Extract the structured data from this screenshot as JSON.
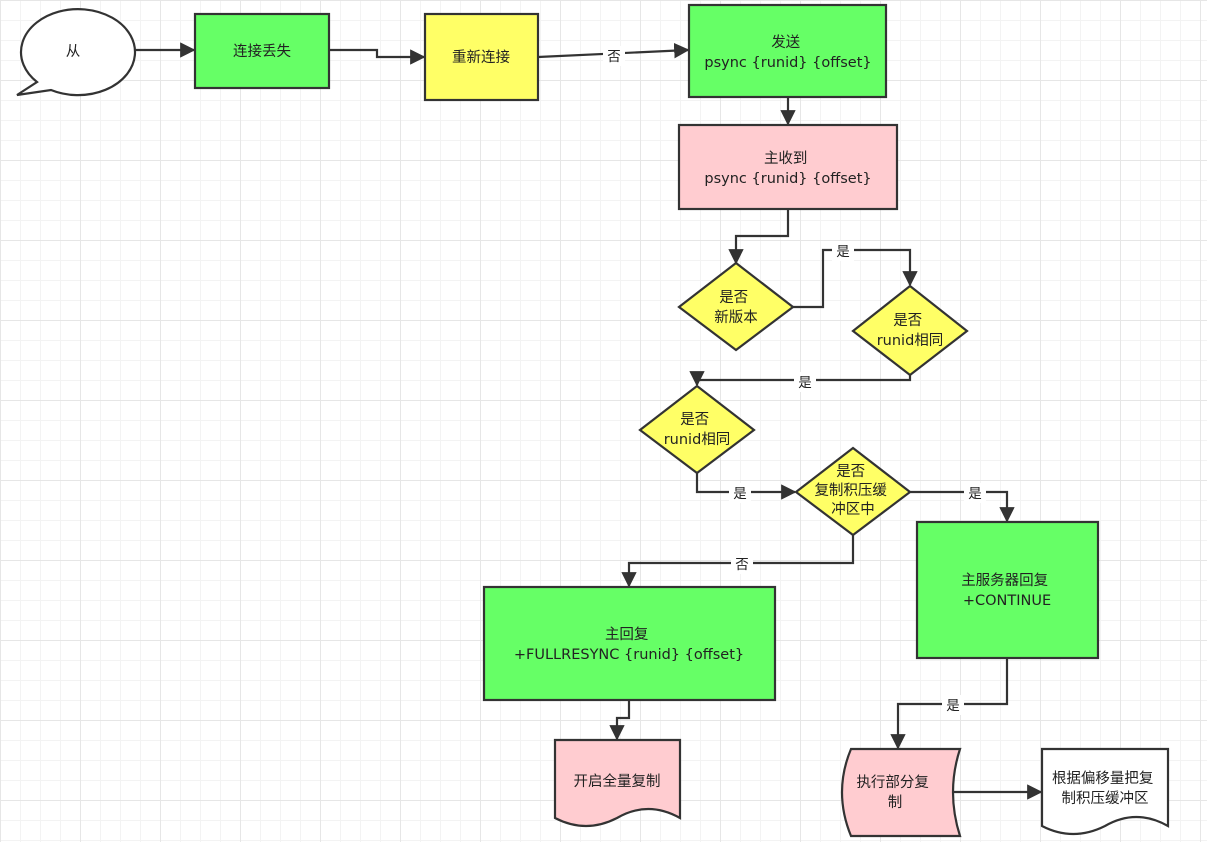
{
  "nodes": {
    "slave": {
      "lines": [
        "从"
      ],
      "fill": "#ffffff"
    },
    "disconnect": {
      "lines": [
        "连接丢失"
      ],
      "fill": "#66ff66"
    },
    "reconnect": {
      "lines": [
        "重新连接"
      ],
      "fill": "#ffff66"
    },
    "send_psync": {
      "lines": [
        "发送",
        "psync  {runid}  {offset}"
      ],
      "fill": "#66ff66"
    },
    "master_receive": {
      "lines": [
        "主收到",
        "psync  {runid}  {offset}"
      ],
      "fill": "#ffccd0"
    },
    "new_version": {
      "lines": [
        "是否",
        "新版本"
      ],
      "fill": "#ffff66"
    },
    "runid_same_1": {
      "lines": [
        "是否",
        "runid相同"
      ],
      "fill": "#ffff66"
    },
    "runid_same_2": {
      "lines": [
        "是否",
        "runid相同"
      ],
      "fill": "#ffff66"
    },
    "in_backlog": {
      "lines": [
        "是否",
        "复制积压缓",
        "冲区中"
      ],
      "fill": "#ffff66"
    },
    "fullresync": {
      "lines": [
        "主回复",
        "+FULLRESYNC  {runid}  {offset}"
      ],
      "fill": "#66ff66"
    },
    "continue": {
      "lines": [
        "主服务器回复",
        "+CONTINUE"
      ],
      "fill": "#66ff66"
    },
    "full_copy": {
      "lines": [
        "开启全量复制"
      ],
      "fill": "#ffccd0"
    },
    "partial_copy": {
      "lines": [
        "执行部分复",
        "制"
      ],
      "fill": "#ffccd0"
    },
    "copy_by_offset": {
      "lines": [
        "根据偏移量把复",
        "制积压缓冲区"
      ],
      "fill": "#ffffff"
    }
  },
  "edge_labels": {
    "reconnect_to_send": "否",
    "new_version_yes": "是",
    "runid_same_1_yes": "是",
    "runid_same_2_yes": "是",
    "backlog_yes": "是",
    "backlog_no": "否",
    "continue_yes": "是"
  }
}
